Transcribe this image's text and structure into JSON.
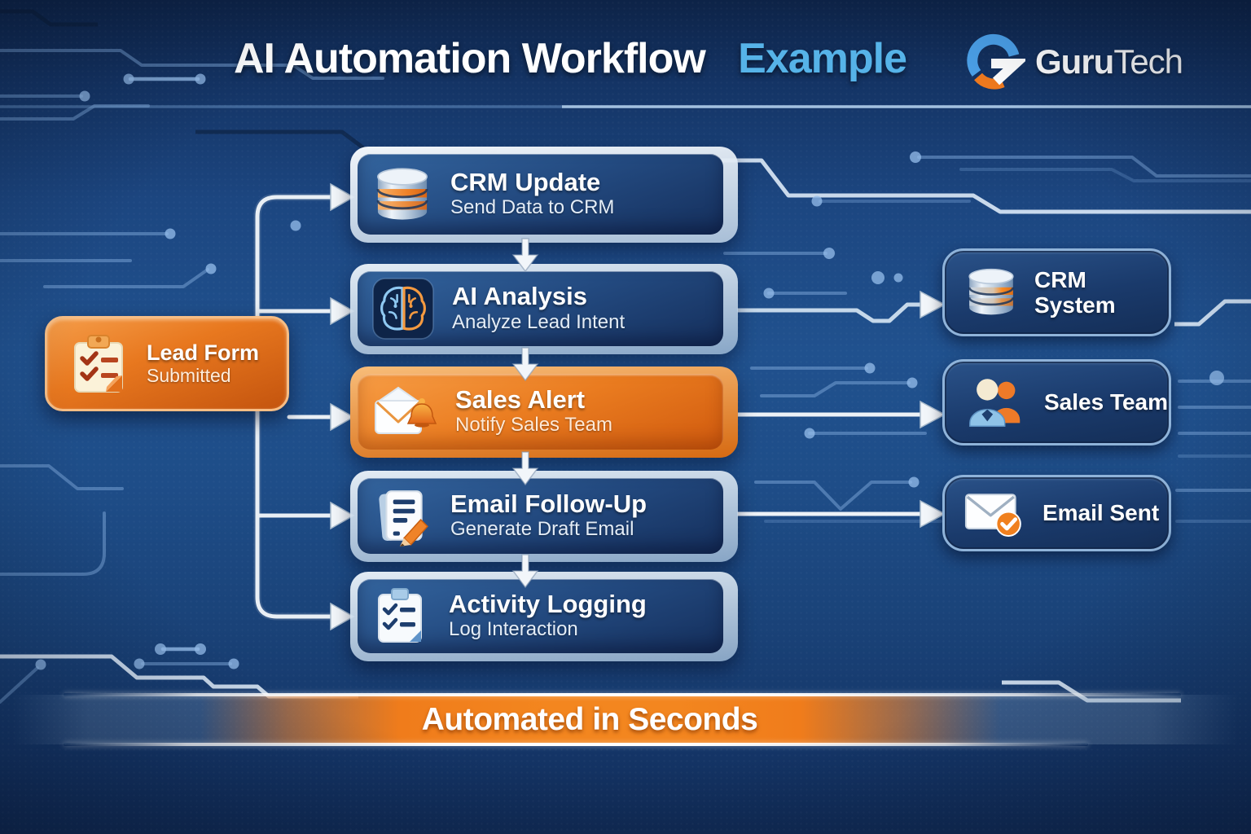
{
  "title": {
    "main": "AI Automation Workflow",
    "accent": "Example"
  },
  "logo": {
    "bold": "Guru",
    "light": "Tech"
  },
  "source": {
    "title": "Lead Form",
    "subtitle": "Submitted",
    "icon": "lead-form-clipboard-icon"
  },
  "steps": [
    {
      "title": "CRM Update",
      "subtitle": "Send Data to CRM",
      "icon": "database-icon",
      "variant": "blue"
    },
    {
      "title": "AI Analysis",
      "subtitle": "Analyze Lead Intent",
      "icon": "brain-icon",
      "variant": "blue"
    },
    {
      "title": "Sales Alert",
      "subtitle": "Notify Sales Team",
      "icon": "mail-bell-icon",
      "variant": "orange"
    },
    {
      "title": "Email Follow-Up",
      "subtitle": "Generate Draft Email",
      "icon": "document-pencil-icon",
      "variant": "blue"
    },
    {
      "title": "Activity Logging",
      "subtitle": "Log Interaction",
      "icon": "checklist-icon",
      "variant": "blue"
    }
  ],
  "targets": [
    {
      "label": "CRM System",
      "icon": "database-icon"
    },
    {
      "label": "Sales Team",
      "icon": "team-icon"
    },
    {
      "label": "Email Sent",
      "icon": "email-check-icon"
    }
  ],
  "banner": {
    "label": "Automated in Seconds"
  },
  "colors": {
    "accent_orange": "#F07A1C",
    "accent_light_blue": "#56B3E8",
    "background_blue": "#20518E",
    "panel_navy": "#1A3A6B",
    "trace_blue": "#7AA5D8",
    "connector_white": "#EDF2F7"
  }
}
